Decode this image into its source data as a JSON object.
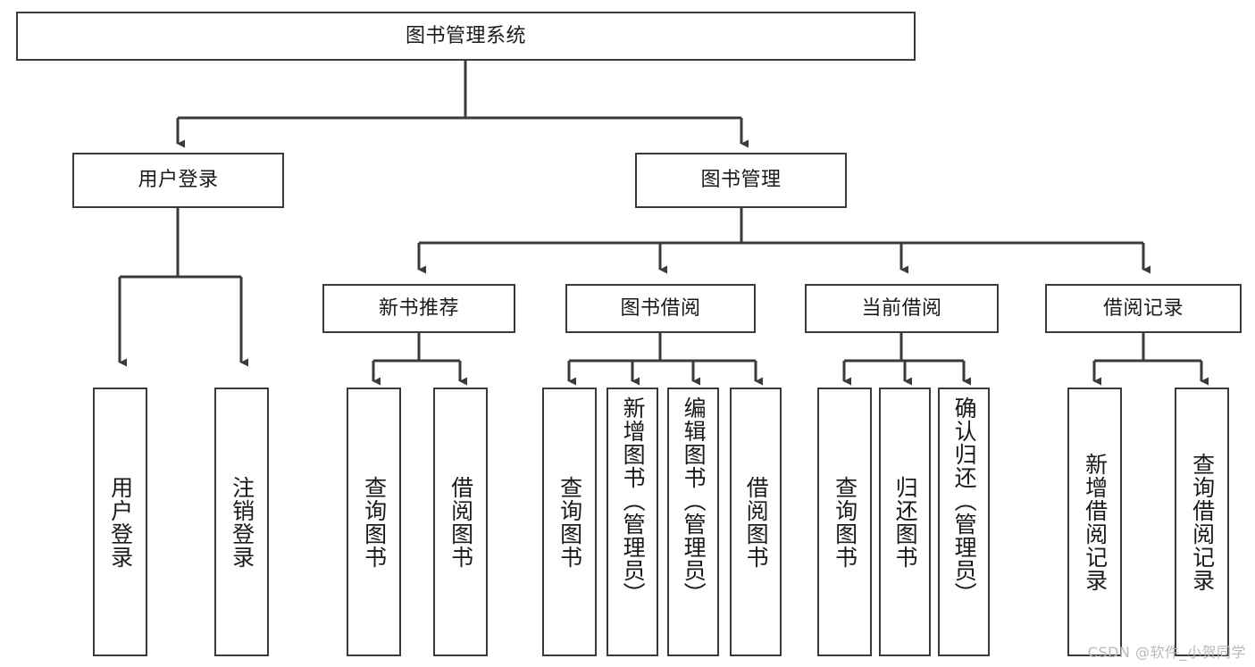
{
  "diagram": {
    "title": "图书管理系统",
    "watermark": "CSDN @软件_小贺同学",
    "line_color": "#3a3a3a",
    "box_fill": "#ffffff",
    "text_color": "#1a1a1a",
    "root": {
      "label": "图书管理系统"
    },
    "level2": [
      {
        "label": "用户登录"
      },
      {
        "label": "图书管理"
      }
    ],
    "level3": [
      {
        "label": "新书推荐"
      },
      {
        "label": "图书借阅"
      },
      {
        "label": "当前借阅"
      },
      {
        "label": "借阅记录"
      }
    ],
    "leaves": {
      "user_login": [
        {
          "label": "用户登录"
        },
        {
          "label": "注销登录"
        }
      ],
      "new_book_recommend": [
        {
          "label": "查询图书"
        },
        {
          "label": "借阅图书"
        }
      ],
      "book_borrow": [
        {
          "label": "查询图书"
        },
        {
          "label": "新增图书（管理员）"
        },
        {
          "label": "编辑图书（管理员）"
        },
        {
          "label": "借阅图书"
        }
      ],
      "current_borrow": [
        {
          "label": "查询图书"
        },
        {
          "label": "归还图书"
        },
        {
          "label": "确认归还（管理员）"
        }
      ],
      "borrow_records": [
        {
          "label": "新增借阅记录"
        },
        {
          "label": "查询借阅记录"
        }
      ]
    }
  },
  "chart_data": {
    "type": "tree-diagram",
    "title": "图书管理系统",
    "nodes": [
      {
        "id": "root",
        "label": "图书管理系统",
        "level": 0
      },
      {
        "id": "user-login",
        "label": "用户登录",
        "level": 1
      },
      {
        "id": "book-mgmt",
        "label": "图书管理",
        "level": 1
      },
      {
        "id": "new-book",
        "label": "新书推荐",
        "level": 2
      },
      {
        "id": "book-borrow",
        "label": "图书借阅",
        "level": 2
      },
      {
        "id": "current-borrow",
        "label": "当前借阅",
        "level": 2
      },
      {
        "id": "borrow-record",
        "label": "借阅记录",
        "level": 2
      },
      {
        "id": "leaf-user-login",
        "label": "用户登录",
        "level": 2
      },
      {
        "id": "leaf-logout",
        "label": "注销登录",
        "level": 2
      },
      {
        "id": "nb-query",
        "label": "查询图书",
        "level": 3
      },
      {
        "id": "nb-borrow",
        "label": "借阅图书",
        "level": 3
      },
      {
        "id": "bb-query",
        "label": "查询图书",
        "level": 3
      },
      {
        "id": "bb-add",
        "label": "新增图书（管理员）",
        "level": 3
      },
      {
        "id": "bb-edit",
        "label": "编辑图书（管理员）",
        "level": 3
      },
      {
        "id": "bb-borrow",
        "label": "借阅图书",
        "level": 3
      },
      {
        "id": "cb-query",
        "label": "查询图书",
        "level": 3
      },
      {
        "id": "cb-return",
        "label": "归还图书",
        "level": 3
      },
      {
        "id": "cb-confirm",
        "label": "确认归还（管理员）",
        "level": 3
      },
      {
        "id": "br-add",
        "label": "新增借阅记录",
        "level": 3
      },
      {
        "id": "br-query",
        "label": "查询借阅记录",
        "level": 3
      }
    ],
    "edges": [
      [
        "root",
        "user-login"
      ],
      [
        "root",
        "book-mgmt"
      ],
      [
        "user-login",
        "leaf-user-login"
      ],
      [
        "user-login",
        "leaf-logout"
      ],
      [
        "book-mgmt",
        "new-book"
      ],
      [
        "book-mgmt",
        "book-borrow"
      ],
      [
        "book-mgmt",
        "current-borrow"
      ],
      [
        "book-mgmt",
        "borrow-record"
      ],
      [
        "new-book",
        "nb-query"
      ],
      [
        "new-book",
        "nb-borrow"
      ],
      [
        "book-borrow",
        "bb-query"
      ],
      [
        "book-borrow",
        "bb-add"
      ],
      [
        "book-borrow",
        "bb-edit"
      ],
      [
        "book-borrow",
        "bb-borrow"
      ],
      [
        "current-borrow",
        "cb-query"
      ],
      [
        "current-borrow",
        "cb-return"
      ],
      [
        "current-borrow",
        "cb-confirm"
      ],
      [
        "borrow-record",
        "br-add"
      ],
      [
        "borrow-record",
        "br-query"
      ]
    ]
  }
}
